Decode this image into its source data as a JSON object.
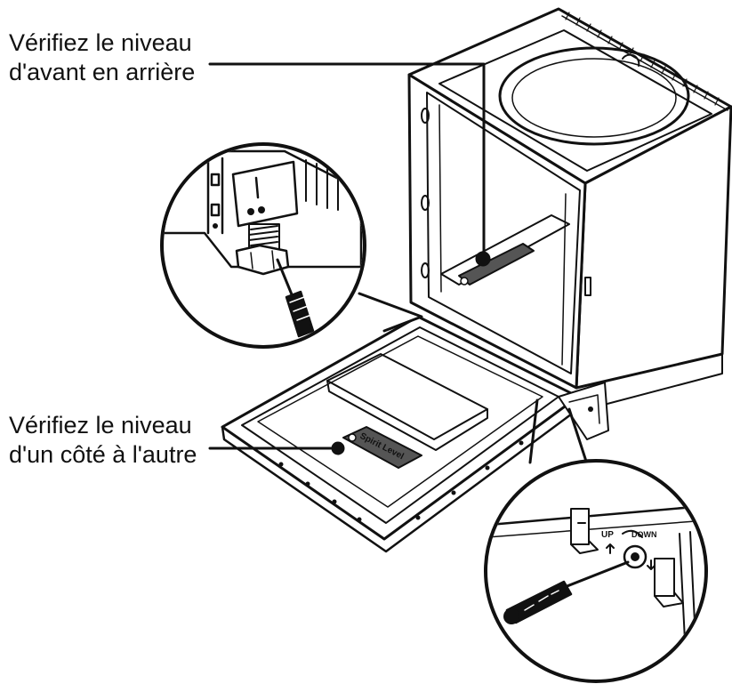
{
  "callouts": {
    "front_to_back": {
      "line1": "Vérifiez le niveau",
      "line2": "d'avant en arrière"
    },
    "side_to_side": {
      "line1": "Vérifiez le niveau",
      "line2": "d'un côté à l'autre"
    }
  },
  "spirit_level_label": "Spirit Level",
  "adjuster_labels": {
    "up": "UP",
    "down": "DOWN"
  },
  "colors": {
    "line": "#111111",
    "level_fill": "#555555",
    "background": "#ffffff"
  }
}
